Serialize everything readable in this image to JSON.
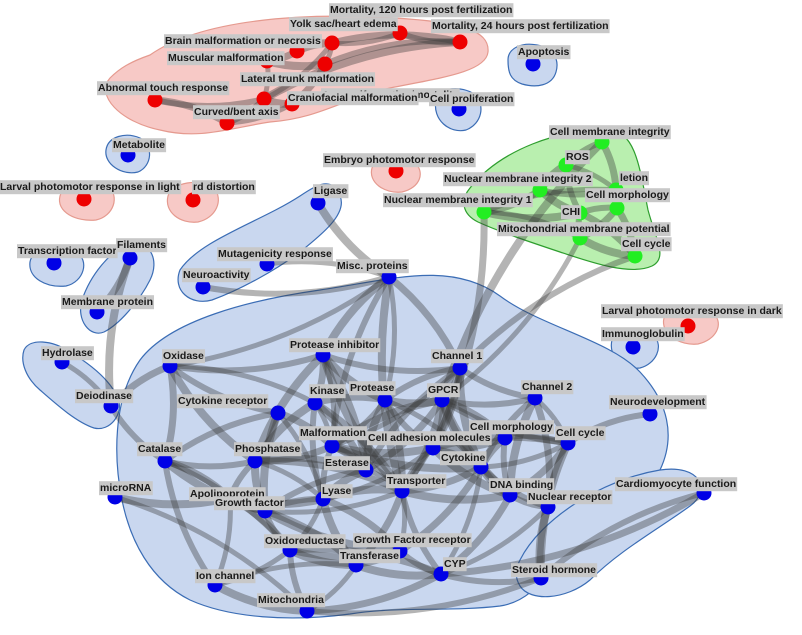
{
  "colors": {
    "module_blue_fill": "#c9d7ef",
    "module_blue_stroke": "#3b6db5",
    "module_red_fill": "#f7c9c6",
    "module_red_stroke": "#e59a8f",
    "module_green_fill": "#b9efaf",
    "module_green_stroke": "#2e9e2e",
    "node_blue": "#0000e6",
    "node_red": "#ee0000",
    "node_green": "#22ee22"
  },
  "nodes": [
    {
      "id": "mort120",
      "label": "Mortality, 120 hours post fertilization",
      "group": "red"
    },
    {
      "id": "yolk",
      "label": "Yolk sac/heart edema",
      "group": "red"
    },
    {
      "id": "mort24",
      "label": "Mortality, 24 hours post fertilization",
      "group": "red"
    },
    {
      "id": "brain",
      "label": "Brain malformation  or necrosis",
      "group": "red"
    },
    {
      "id": "muscular",
      "label": "Muscular malformation",
      "group": "red"
    },
    {
      "id": "anymal",
      "label": "Any malformation/mortality",
      "group": "red"
    },
    {
      "id": "touch",
      "label": "Abnormal touch response",
      "group": "red"
    },
    {
      "id": "lateral",
      "label": "Lateral trunk malformation",
      "group": "red"
    },
    {
      "id": "cranio",
      "label": "Craniofacial  malformation",
      "group": "red"
    },
    {
      "id": "curved",
      "label": "Curved/bent axis",
      "group": "red"
    },
    {
      "id": "embryo",
      "label": "Embryo photomotor response",
      "group": "red"
    },
    {
      "id": "larvlight",
      "label": "Larval photomotor response in light",
      "group": "red"
    },
    {
      "id": "rdist",
      "label": "rd distortion",
      "group": "red"
    },
    {
      "id": "larvdark",
      "label": "Larval photomotor response in dark",
      "group": "red"
    },
    {
      "id": "apoptosis",
      "label": "Apoptosis",
      "group": "blue"
    },
    {
      "id": "cellprolif",
      "label": "Cell proliferation",
      "group": "blue"
    },
    {
      "id": "metabolite",
      "label": "Metabolite",
      "group": "blue"
    },
    {
      "id": "cmi",
      "label": "Cell membrane integrity",
      "group": "green"
    },
    {
      "id": "ros",
      "label": "ROS",
      "group": "green"
    },
    {
      "id": "nmi2",
      "label": "Nuclear membrane integrity 2",
      "group": "green"
    },
    {
      "id": "letion",
      "label": "letion",
      "group": "green"
    },
    {
      "id": "cellmorph_g",
      "label": "Cell morphology",
      "group": "green"
    },
    {
      "id": "nmi1",
      "label": "Nuclear membrane integrity 1",
      "group": "green"
    },
    {
      "id": "chi",
      "label": "CHI",
      "group": "green"
    },
    {
      "id": "mmp",
      "label": "Mitochondrial  membrane potential",
      "group": "green"
    },
    {
      "id": "cellcycle_g",
      "label": "Cell cycle",
      "group": "green"
    },
    {
      "id": "ligase",
      "label": "Ligase",
      "group": "blue"
    },
    {
      "id": "mutagen",
      "label": "Mutagenicity  response",
      "group": "blue"
    },
    {
      "id": "neuroact",
      "label": "Neuroactivity",
      "group": "blue"
    },
    {
      "id": "misc",
      "label": "Misc. proteins",
      "group": "blue"
    },
    {
      "id": "tf",
      "label": "Transcription factor",
      "group": "blue"
    },
    {
      "id": "filaments",
      "label": "Filaments",
      "group": "blue"
    },
    {
      "id": "memprot",
      "label": "Membrane protein",
      "group": "blue"
    },
    {
      "id": "immuno",
      "label": "Immunoglobulin",
      "group": "blue"
    },
    {
      "id": "hydrolase",
      "label": "Hydrolase",
      "group": "blue"
    },
    {
      "id": "deiodinase",
      "label": "Deiodinase",
      "group": "blue"
    },
    {
      "id": "oxidase",
      "label": "Oxidase",
      "group": "blue"
    },
    {
      "id": "protinh",
      "label": "Protease inhibitor",
      "group": "blue"
    },
    {
      "id": "channel1",
      "label": "Channel 1",
      "group": "blue"
    },
    {
      "id": "kinase",
      "label": "Kinase",
      "group": "blue"
    },
    {
      "id": "protease",
      "label": "Protease",
      "group": "blue"
    },
    {
      "id": "gpcr",
      "label": "GPCR",
      "group": "blue"
    },
    {
      "id": "channel2",
      "label": "Channel  2",
      "group": "blue"
    },
    {
      "id": "cytorec",
      "label": "Cytokine receptor",
      "group": "blue"
    },
    {
      "id": "neurodev",
      "label": "Neurodevelopment",
      "group": "blue"
    },
    {
      "id": "cellmorph_b",
      "label": "Cell morphology",
      "group": "blue"
    },
    {
      "id": "malformation",
      "label": "Malformation",
      "group": "blue"
    },
    {
      "id": "celladh",
      "label": "Cell adhesion  molecules",
      "group": "blue"
    },
    {
      "id": "cellcycle_b",
      "label": "Cell cycle",
      "group": "blue"
    },
    {
      "id": "catalase",
      "label": "Catalase",
      "group": "blue"
    },
    {
      "id": "phosphatase",
      "label": "Phosphatase",
      "group": "blue"
    },
    {
      "id": "esterase",
      "label": "Esterase",
      "group": "blue"
    },
    {
      "id": "cytokine",
      "label": "Cytokine",
      "group": "blue"
    },
    {
      "id": "transporter",
      "label": "Transporter",
      "group": "blue"
    },
    {
      "id": "dnabind",
      "label": "DNA binding",
      "group": "blue"
    },
    {
      "id": "nucrec",
      "label": "Nuclear receptor",
      "group": "blue"
    },
    {
      "id": "cardio",
      "label": "Cardiomyocyte  function",
      "group": "blue"
    },
    {
      "id": "microrna",
      "label": "microRNA",
      "group": "blue"
    },
    {
      "id": "apolipo",
      "label": "Apolipoprotein",
      "group": "blue"
    },
    {
      "id": "lyase",
      "label": "Lyase",
      "group": "blue"
    },
    {
      "id": "growthfactor",
      "label": "Growth factor",
      "group": "blue"
    },
    {
      "id": "gfrec",
      "label": "Growth Factor receptor",
      "group": "blue"
    },
    {
      "id": "oxidored",
      "label": "Oxidoreductase",
      "group": "blue"
    },
    {
      "id": "transferase",
      "label": "Transferase",
      "group": "blue"
    },
    {
      "id": "cyp",
      "label": "CYP",
      "group": "blue"
    },
    {
      "id": "steroid",
      "label": "Steroid hormone",
      "group": "blue"
    },
    {
      "id": "ionchannel",
      "label": "Ion channel",
      "group": "blue"
    },
    {
      "id": "mitochondria",
      "label": "Mitochondria",
      "group": "blue"
    }
  ],
  "edges": [
    [
      "mort120",
      "yolk"
    ],
    [
      "mort120",
      "mort24"
    ],
    [
      "yolk",
      "mort24"
    ],
    [
      "yolk",
      "brain"
    ],
    [
      "yolk",
      "anymal"
    ],
    [
      "mort24",
      "anymal"
    ],
    [
      "brain",
      "muscular"
    ],
    [
      "muscular",
      "anymal"
    ],
    [
      "muscular",
      "lateral"
    ],
    [
      "touch",
      "lateral"
    ],
    [
      "touch",
      "curved"
    ],
    [
      "lateral",
      "cranio"
    ],
    [
      "cranio",
      "curved"
    ],
    [
      "curved",
      "lateral"
    ],
    [
      "anymal",
      "cranio"
    ],
    [
      "mort24",
      "lateral"
    ],
    [
      "yolk",
      "lateral"
    ],
    [
      "cmi",
      "ros"
    ],
    [
      "cmi",
      "letion"
    ],
    [
      "ros",
      "nmi2"
    ],
    [
      "ros",
      "letion"
    ],
    [
      "nmi2",
      "letion"
    ],
    [
      "nmi2",
      "nmi1"
    ],
    [
      "nmi2",
      "chi"
    ],
    [
      "letion",
      "cellmorph_g"
    ],
    [
      "cellmorph_g",
      "chi"
    ],
    [
      "cellmorph_g",
      "mmp"
    ],
    [
      "nmi1",
      "chi"
    ],
    [
      "nmi1",
      "mmp"
    ],
    [
      "chi",
      "mmp"
    ],
    [
      "chi",
      "cellcycle_g"
    ],
    [
      "mmp",
      "cellcycle_g"
    ],
    [
      "nmi1",
      "letion"
    ],
    [
      "ros",
      "chi"
    ],
    [
      "cellmorph_g",
      "cellcycle_g"
    ],
    [
      "ligase",
      "misc"
    ],
    [
      "mutagen",
      "misc"
    ],
    [
      "neuroact",
      "misc"
    ],
    [
      "filaments",
      "memprot"
    ],
    [
      "filaments",
      "deiodinase"
    ],
    [
      "hydrolase",
      "deiodinase"
    ],
    [
      "deiodinase",
      "catalase"
    ],
    [
      "deiodinase",
      "oxidase"
    ],
    [
      "cmi",
      "gpcr"
    ],
    [
      "mmp",
      "gpcr"
    ],
    [
      "cellcycle_g",
      "channel1"
    ],
    [
      "nmi1",
      "celladh"
    ],
    [
      "misc",
      "protinh"
    ],
    [
      "misc",
      "protease"
    ],
    [
      "misc",
      "malformation"
    ],
    [
      "misc",
      "channel1"
    ],
    [
      "misc",
      "transporter"
    ],
    [
      "misc",
      "oxidase"
    ],
    [
      "oxidase",
      "protinh"
    ],
    [
      "oxidase",
      "catalase"
    ],
    [
      "oxidase",
      "phosphatase"
    ],
    [
      "oxidase",
      "kinase"
    ],
    [
      "oxidase",
      "cytorec"
    ],
    [
      "protinh",
      "kinase"
    ],
    [
      "protinh",
      "protease"
    ],
    [
      "protinh",
      "malformation"
    ],
    [
      "protinh",
      "channel1"
    ],
    [
      "protinh",
      "esterase"
    ],
    [
      "protinh",
      "phosphatase"
    ],
    [
      "channel1",
      "gpcr"
    ],
    [
      "channel1",
      "protease"
    ],
    [
      "channel1",
      "celladh"
    ],
    [
      "channel1",
      "cytokine"
    ],
    [
      "channel1",
      "transporter"
    ],
    [
      "channel1",
      "channel2"
    ],
    [
      "kinase",
      "protease"
    ],
    [
      "kinase",
      "phosphatase"
    ],
    [
      "kinase",
      "malformation"
    ],
    [
      "kinase",
      "lyase"
    ],
    [
      "kinase",
      "esterase"
    ],
    [
      "protease",
      "gpcr"
    ],
    [
      "protease",
      "malformation"
    ],
    [
      "protease",
      "celladh"
    ],
    [
      "protease",
      "transporter"
    ],
    [
      "protease",
      "esterase"
    ],
    [
      "protease",
      "cytokine"
    ],
    [
      "gpcr",
      "channel2"
    ],
    [
      "gpcr",
      "cellmorph_b"
    ],
    [
      "gpcr",
      "cytokine"
    ],
    [
      "gpcr",
      "celladh"
    ],
    [
      "gpcr",
      "cellcycle_b"
    ],
    [
      "gpcr",
      "transporter"
    ],
    [
      "gpcr",
      "dnabind"
    ],
    [
      "channel2",
      "cellcycle_b"
    ],
    [
      "channel2",
      "cytokine"
    ],
    [
      "channel2",
      "nucrec"
    ],
    [
      "channel2",
      "dnabind"
    ],
    [
      "cytorec",
      "phosphatase"
    ],
    [
      "cytorec",
      "catalase"
    ],
    [
      "cytorec",
      "malformation"
    ],
    [
      "cytorec",
      "growthfactor"
    ],
    [
      "cytorec",
      "lyase"
    ],
    [
      "neurodev",
      "cellcycle_b"
    ],
    [
      "cellmorph_b",
      "celladh"
    ],
    [
      "cellmorph_b",
      "cytokine"
    ],
    [
      "cellmorph_b",
      "cellcycle_b"
    ],
    [
      "cellmorph_b",
      "dnabind"
    ],
    [
      "malformation",
      "esterase"
    ],
    [
      "malformation",
      "celladh"
    ],
    [
      "malformation",
      "transporter"
    ],
    [
      "malformation",
      "lyase"
    ],
    [
      "malformation",
      "phosphatase"
    ],
    [
      "malformation",
      "cytokine"
    ],
    [
      "celladh",
      "cytokine"
    ],
    [
      "celladh",
      "transporter"
    ],
    [
      "celladh",
      "cellcycle_b"
    ],
    [
      "celladh",
      "dnabind"
    ],
    [
      "celladh",
      "lyase"
    ],
    [
      "cellcycle_b",
      "nucrec"
    ],
    [
      "cellcycle_b",
      "dnabind"
    ],
    [
      "cellcycle_b",
      "steroid"
    ],
    [
      "cellcycle_b",
      "cytokine"
    ],
    [
      "catalase",
      "phosphatase"
    ],
    [
      "catalase",
      "apolipo"
    ],
    [
      "catalase",
      "growthfactor"
    ],
    [
      "catalase",
      "oxidored"
    ],
    [
      "catalase",
      "ionchannel"
    ],
    [
      "phosphatase",
      "esterase"
    ],
    [
      "phosphatase",
      "growthfactor"
    ],
    [
      "phosphatase",
      "lyase"
    ],
    [
      "phosphatase",
      "apolipo"
    ],
    [
      "phosphatase",
      "transporter"
    ],
    [
      "esterase",
      "lyase"
    ],
    [
      "esterase",
      "transporter"
    ],
    [
      "esterase",
      "growthfactor"
    ],
    [
      "cytokine",
      "transporter"
    ],
    [
      "cytokine",
      "dnabind"
    ],
    [
      "cytokine",
      "cyp"
    ],
    [
      "cytokine",
      "nucrec"
    ],
    [
      "cytokine",
      "gfrec"
    ],
    [
      "transporter",
      "lyase"
    ],
    [
      "transporter",
      "gfrec"
    ],
    [
      "transporter",
      "cyp"
    ],
    [
      "transporter",
      "transferase"
    ],
    [
      "transporter",
      "dnabind"
    ],
    [
      "transporter",
      "growthfactor"
    ],
    [
      "dnabind",
      "nucrec"
    ],
    [
      "dnabind",
      "cyp"
    ],
    [
      "nucrec",
      "steroid"
    ],
    [
      "nucrec",
      "cyp"
    ],
    [
      "cardio",
      "steroid"
    ],
    [
      "cardio",
      "cyp"
    ],
    [
      "microrna",
      "apolipo"
    ],
    [
      "microrna",
      "mitochondria"
    ],
    [
      "apolipo",
      "growthfactor"
    ],
    [
      "apolipo",
      "oxidored"
    ],
    [
      "apolipo",
      "lyase"
    ],
    [
      "apolipo",
      "ionchannel"
    ],
    [
      "lyase",
      "growthfactor"
    ],
    [
      "lyase",
      "gfrec"
    ],
    [
      "lyase",
      "transferase"
    ],
    [
      "lyase",
      "oxidored"
    ],
    [
      "growthfactor",
      "oxidored"
    ],
    [
      "growthfactor",
      "transferase"
    ],
    [
      "growthfactor",
      "gfrec"
    ],
    [
      "gfrec",
      "transferase"
    ],
    [
      "gfrec",
      "cyp"
    ],
    [
      "gfrec",
      "oxidored"
    ],
    [
      "oxidored",
      "transferase"
    ],
    [
      "oxidored",
      "ionchannel"
    ],
    [
      "oxidored",
      "mitochondria"
    ],
    [
      "oxidored",
      "cyp"
    ],
    [
      "transferase",
      "cyp"
    ],
    [
      "transferase",
      "mitochondria"
    ],
    [
      "cyp",
      "steroid"
    ],
    [
      "cyp",
      "mitochondria"
    ],
    [
      "ionchannel",
      "mitochondria"
    ],
    [
      "ionchannel",
      "transferase"
    ],
    [
      "mitochondria",
      "steroid"
    ],
    [
      "kinase",
      "transporter"
    ],
    [
      "protinh",
      "transporter"
    ],
    [
      "channel1",
      "malformation"
    ],
    [
      "channel1",
      "esterase"
    ],
    [
      "gpcr",
      "esterase"
    ],
    [
      "gpcr",
      "malformation"
    ]
  ]
}
